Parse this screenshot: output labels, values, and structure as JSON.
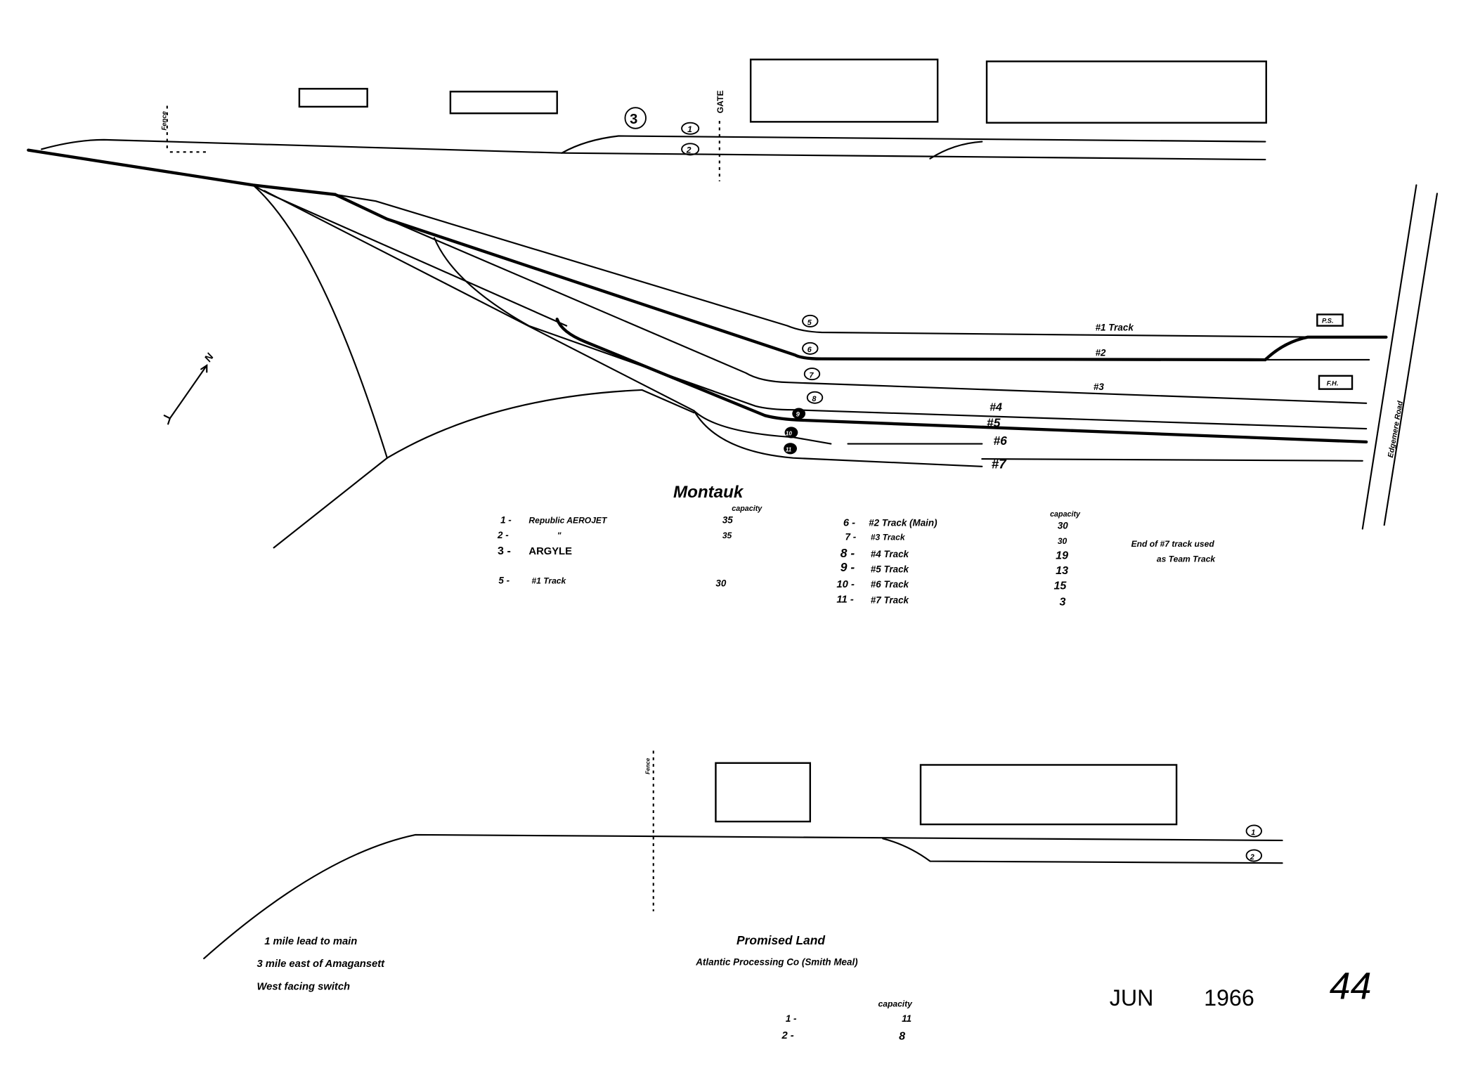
{
  "top_yard": {
    "gate_label": "GATE",
    "fence_label": "Fence",
    "siding_markers": [
      "3",
      "1",
      "2"
    ],
    "track_markers": [
      "5",
      "6",
      "7",
      "8",
      "9",
      "10",
      "11"
    ],
    "track_labels": [
      "#1 Track",
      "#2",
      "#3",
      "#4",
      "#5",
      "#6",
      "#7"
    ],
    "boxes": [
      "P.S.",
      "F.H."
    ],
    "road_label": "Edgemere Road",
    "north_label": "N"
  },
  "montauk": {
    "title": "Montauk",
    "capacity_header_left": "capacity",
    "capacity_header_right": "capacity",
    "left_rows": [
      {
        "num": "1 -",
        "name": "Republic AEROJET",
        "capacity": "35"
      },
      {
        "num": "2 -",
        "name": "\"",
        "capacity": "35"
      },
      {
        "num": "3 -",
        "name": "ARGYLE",
        "capacity": ""
      },
      {
        "num": "5 -",
        "name": "#1 Track",
        "capacity": "30"
      }
    ],
    "right_rows": [
      {
        "num": "6 -",
        "name": "#2 Track (Main)",
        "capacity": "30"
      },
      {
        "num": "7 -",
        "name": "#3 Track",
        "capacity": "30"
      },
      {
        "num": "8 -",
        "name": "#4 Track",
        "capacity": "19"
      },
      {
        "num": "9 -",
        "name": "#5 Track",
        "capacity": "13"
      },
      {
        "num": "10 -",
        "name": "#6 Track",
        "capacity": "15"
      },
      {
        "num": "11 -",
        "name": "#7 Track",
        "capacity": "3"
      }
    ],
    "note_lines": [
      "End of #7 track used",
      "as Team Track"
    ]
  },
  "promised_land": {
    "fence_label": "Fence",
    "track_markers": [
      "1",
      "2"
    ],
    "title": "Promised Land",
    "subtitle": "Atlantic Processing Co (Smith Meal)",
    "capacity_header": "capacity",
    "rows": [
      {
        "num": "1 -",
        "capacity": "11"
      },
      {
        "num": "2 -",
        "capacity": "8"
      }
    ],
    "notes": [
      "1 mile lead to main",
      "3 mile east of Amagansett",
      "West facing switch"
    ]
  },
  "footer": {
    "month": "JUN",
    "year": "1966",
    "page_number": "44"
  }
}
